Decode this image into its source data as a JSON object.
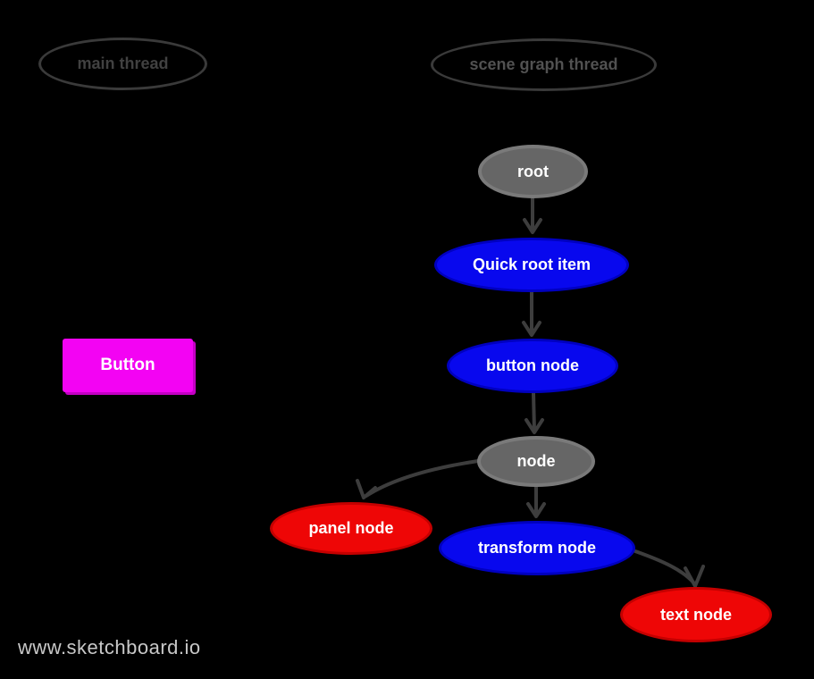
{
  "watermark": "www.sketchboard.io",
  "lanes": [
    {
      "id": "main-thread",
      "label": "main thread"
    },
    {
      "id": "scene-graph-thread",
      "label": "scene graph thread"
    }
  ],
  "main_thread": {
    "button_label": "Button"
  },
  "nodes": [
    {
      "id": "root",
      "label": "root",
      "color": "gray"
    },
    {
      "id": "quick-root-item",
      "label": "Quick root item",
      "color": "blue"
    },
    {
      "id": "button-node",
      "label": "button node",
      "color": "blue"
    },
    {
      "id": "node",
      "label": "node",
      "color": "gray"
    },
    {
      "id": "panel-node",
      "label": "panel node",
      "color": "red"
    },
    {
      "id": "transform-node",
      "label": "transform node",
      "color": "blue"
    },
    {
      "id": "text-node",
      "label": "text node",
      "color": "red"
    }
  ],
  "edges": [
    {
      "from": "root",
      "to": "quick-root-item"
    },
    {
      "from": "quick-root-item",
      "to": "button-node"
    },
    {
      "from": "button-node",
      "to": "node"
    },
    {
      "from": "node",
      "to": "panel-node"
    },
    {
      "from": "node",
      "to": "transform-node"
    },
    {
      "from": "transform-node",
      "to": "text-node"
    }
  ],
  "colors": {
    "background": "#000000",
    "gray_node_fill": "#666666",
    "gray_node_border": "#7a7a7a",
    "blue_node_fill": "#0808ee",
    "blue_node_border": "#0000c0",
    "red_node_fill": "#ee0606",
    "red_node_border": "#c40000",
    "button_fill": "#f303f3",
    "connector": "#3d3d3d",
    "lane_outline": "#3a3a3a",
    "watermark_text": "#c8c8c8"
  }
}
